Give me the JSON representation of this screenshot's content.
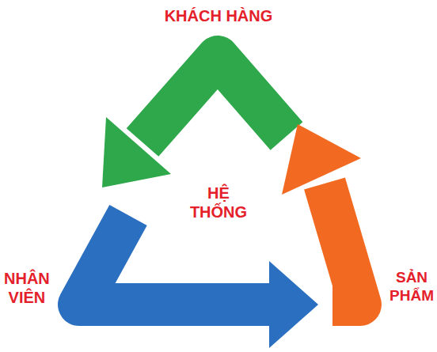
{
  "diagram": {
    "labels": [
      "KHÁCH HÀNG",
      "HỆ THỐNG",
      "NHÂN VIÊN",
      "SẢN PHẨM"
    ]
  }
}
